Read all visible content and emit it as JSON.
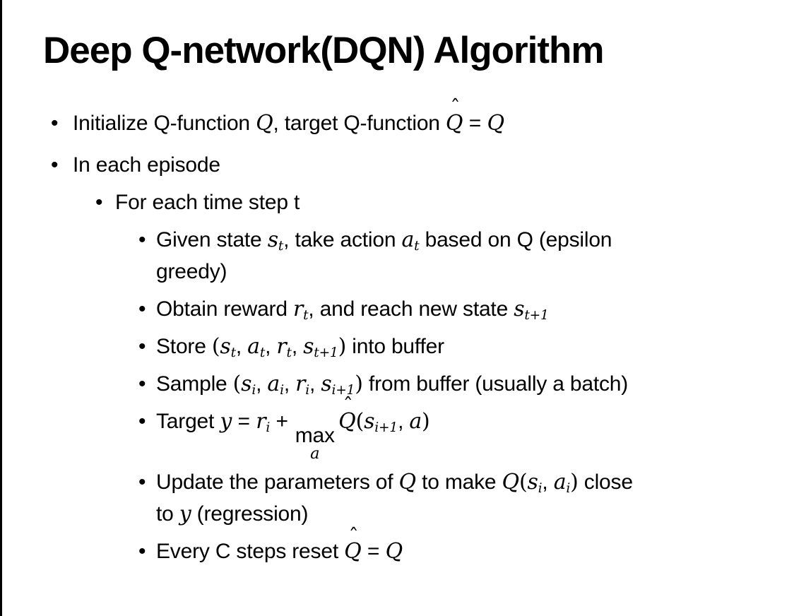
{
  "colors": {
    "text": "#000000",
    "background": "#ffffff",
    "border_left": "#000000"
  },
  "slide": {
    "title": "Deep Q-network(DQN) Algorithm",
    "bullets": [
      {
        "level": 1,
        "segments": [
          [
            "text",
            "Initialize Q-function "
          ],
          [
            "var",
            "Q"
          ],
          [
            "text",
            ", target Q-function "
          ],
          [
            "varhat",
            "Q"
          ],
          [
            "op",
            "="
          ],
          [
            "var",
            "Q"
          ]
        ]
      },
      {
        "level": 1,
        "segments": [
          [
            "text",
            "In each episode"
          ]
        ]
      },
      {
        "level": 2,
        "segments": [
          [
            "text",
            "For each time step t"
          ]
        ]
      },
      {
        "level": 3,
        "segments": [
          [
            "text",
            "Given state "
          ],
          [
            "varsub",
            "s",
            "t"
          ],
          [
            "text",
            ", take action "
          ],
          [
            "varsub",
            "a",
            "t"
          ],
          [
            "text",
            " based on Q (epsilon"
          ],
          [
            "br"
          ],
          [
            "text",
            "greedy)"
          ]
        ]
      },
      {
        "level": 3,
        "segments": [
          [
            "text",
            "Obtain reward "
          ],
          [
            "varsub",
            "r",
            "t"
          ],
          [
            "text",
            ", and reach new state "
          ],
          [
            "varsub",
            "s",
            "t+1"
          ]
        ]
      },
      {
        "level": 3,
        "segments": [
          [
            "text",
            "Store "
          ],
          [
            "paren",
            "("
          ],
          [
            "varsub",
            "s",
            "t"
          ],
          [
            "text",
            ", "
          ],
          [
            "varsub",
            "a",
            "t"
          ],
          [
            "text",
            ", "
          ],
          [
            "varsub",
            "r",
            "t"
          ],
          [
            "text",
            ", "
          ],
          [
            "varsub",
            "s",
            "t+1"
          ],
          [
            "paren",
            ")"
          ],
          [
            "text",
            " into buffer"
          ]
        ]
      },
      {
        "level": 3,
        "segments": [
          [
            "text",
            "Sample "
          ],
          [
            "paren",
            "("
          ],
          [
            "varsub",
            "s",
            "i"
          ],
          [
            "text",
            ", "
          ],
          [
            "varsub",
            "a",
            "i"
          ],
          [
            "text",
            ", "
          ],
          [
            "varsub",
            "r",
            "i"
          ],
          [
            "text",
            ", "
          ],
          [
            "varsub",
            "s",
            "i+1"
          ],
          [
            "paren",
            ")"
          ],
          [
            "text",
            " from buffer (usually a batch)"
          ]
        ]
      },
      {
        "level": 3,
        "segments": [
          [
            "text",
            "Target "
          ],
          [
            "var",
            "y"
          ],
          [
            "op",
            "="
          ],
          [
            "varsub",
            "r",
            "i"
          ],
          [
            "op",
            "+"
          ],
          [
            "munder",
            "max",
            "a"
          ],
          [
            "varhat",
            "Q"
          ],
          [
            "paren",
            "("
          ],
          [
            "varsub",
            "s",
            "i+1"
          ],
          [
            "text",
            ", "
          ],
          [
            "var",
            "a"
          ],
          [
            "paren",
            ")"
          ]
        ]
      },
      {
        "level": 3,
        "segments": [
          [
            "text",
            "Update the parameters of "
          ],
          [
            "var",
            "Q"
          ],
          [
            "text",
            " to make "
          ],
          [
            "var",
            "Q"
          ],
          [
            "paren",
            "("
          ],
          [
            "varsub",
            "s",
            "i"
          ],
          [
            "text",
            ", "
          ],
          [
            "varsub",
            "a",
            "i"
          ],
          [
            "paren",
            ")"
          ],
          [
            "text",
            " close"
          ],
          [
            "br"
          ],
          [
            "text",
            "to "
          ],
          [
            "var",
            "y"
          ],
          [
            "text",
            " (regression)"
          ]
        ]
      },
      {
        "level": 3,
        "segments": [
          [
            "text",
            "Every C steps reset "
          ],
          [
            "varhat",
            "Q"
          ],
          [
            "op",
            "="
          ],
          [
            "var",
            "Q"
          ]
        ]
      }
    ]
  }
}
